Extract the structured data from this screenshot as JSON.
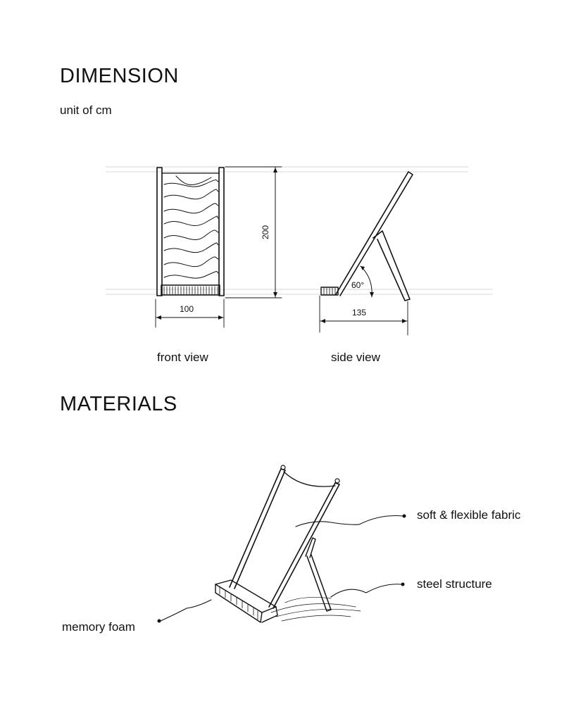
{
  "dimension": {
    "title": "DIMENSION",
    "unit_note": "unit of cm",
    "front_view": {
      "caption": "front view",
      "width": "100",
      "height": "200"
    },
    "side_view": {
      "caption": "side view",
      "length": "135",
      "angle": "60°"
    }
  },
  "materials": {
    "title": "MATERIALS",
    "callouts": {
      "fabric": "soft & flexible fabric",
      "structure": "steel structure",
      "foam": "memory foam"
    }
  }
}
